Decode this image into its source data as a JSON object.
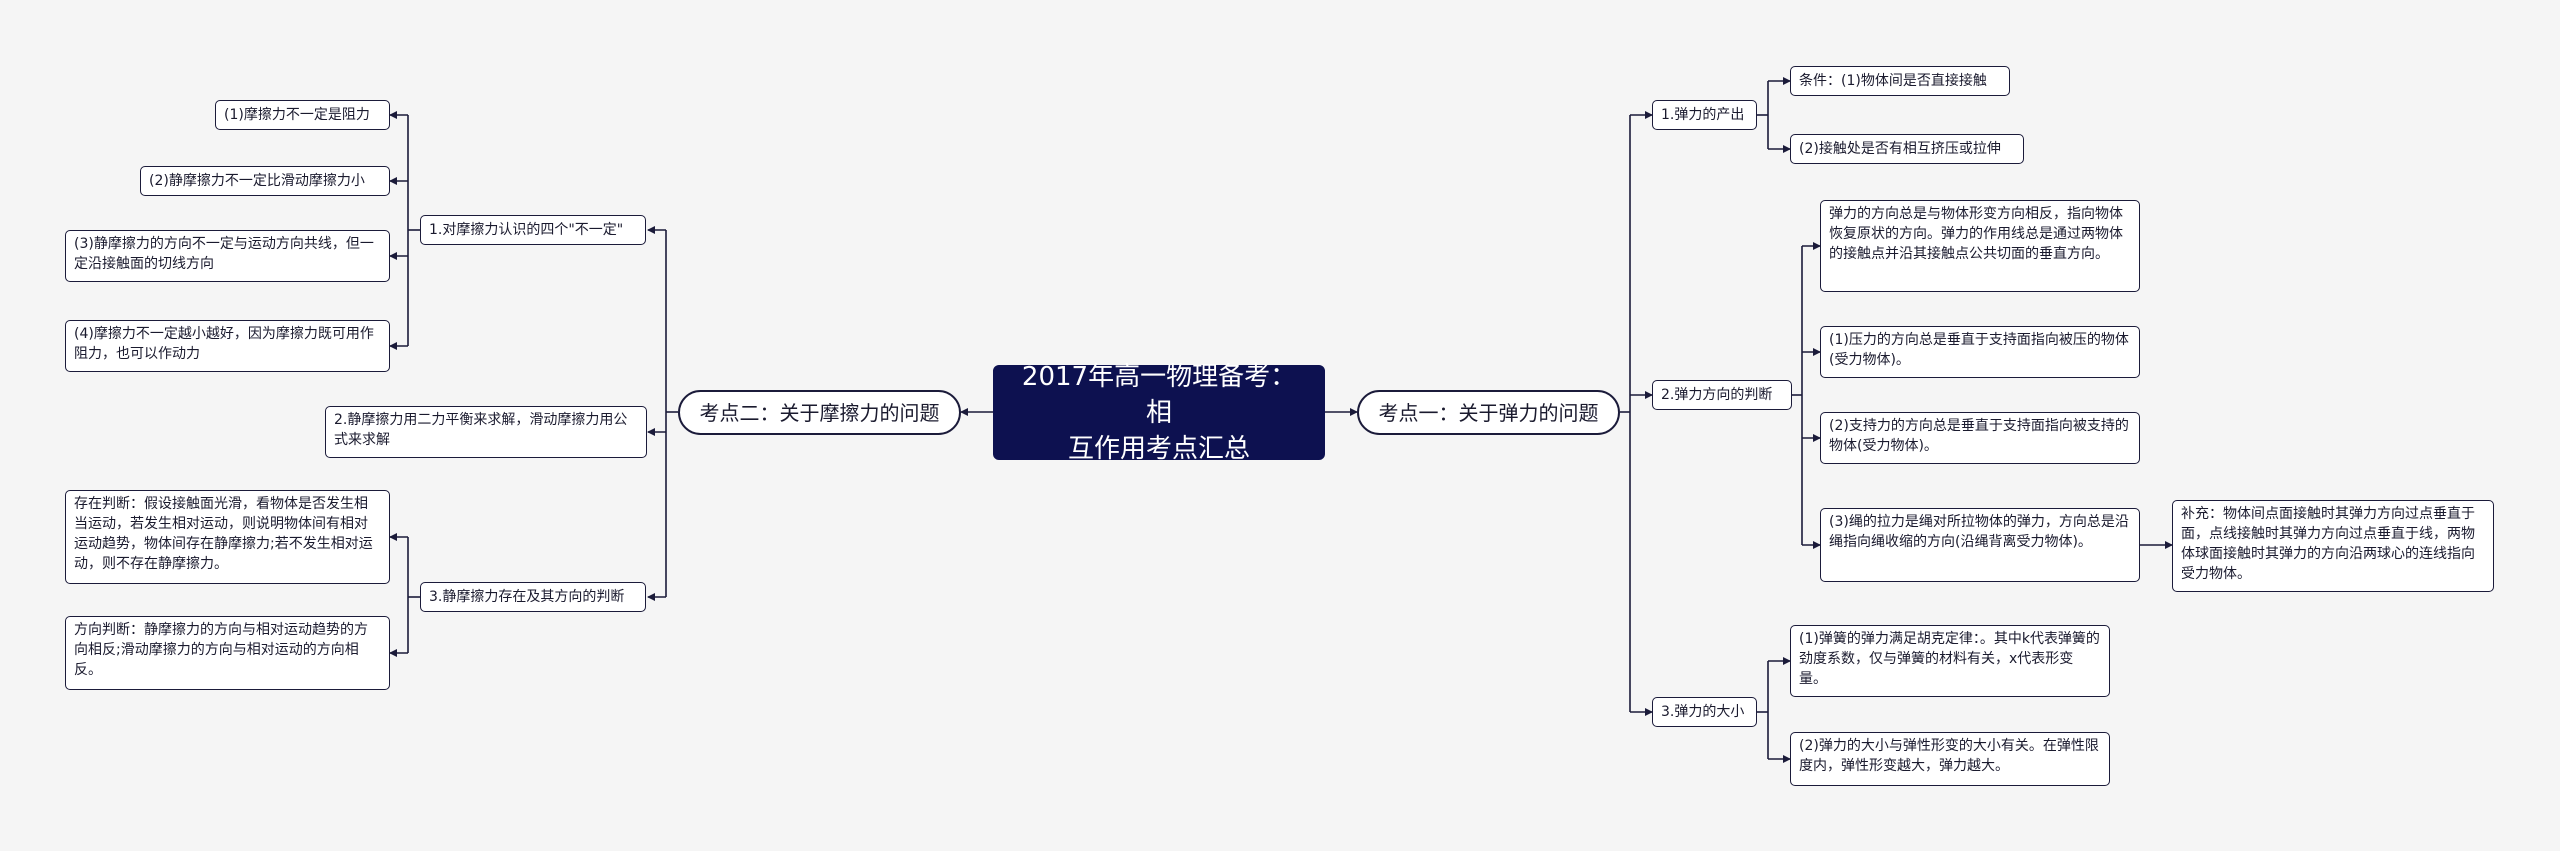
{
  "root": {
    "title": "2017年高一物理备考：相\n互作用考点汇总"
  },
  "right": {
    "topic": "考点一：关于弹力的问题",
    "branches": [
      {
        "label": "1.弹力的产出",
        "items": [
          "条件：(1)物体间是否直接接触",
          "(2)接触处是否有相互挤压或拉伸"
        ]
      },
      {
        "label": "2.弹力方向的判断",
        "items": [
          "弹力的方向总是与物体形变方向相反，指向物体恢复原状的方向。弹力的作用线总是通过两物体的接触点并沿其接触点公共切面的垂直方向。",
          "(1)压力的方向总是垂直于支持面指向被压的物体(受力物体)。",
          "(2)支持力的方向总是垂直于支持面指向被支持的物体(受力物体)。",
          "(3)绳的拉力是绳对所拉物体的弹力，方向总是沿绳指向绳收缩的方向(沿绳背离受力物体)。"
        ],
        "supplement": "补充：物体间点面接触时其弹力方向过点垂直于面，点线接触时其弹力方向过点垂直于线，两物体球面接触时其弹力的方向沿两球心的连线指向受力物体。"
      },
      {
        "label": "3.弹力的大小",
        "items": [
          "(1)弹簧的弹力满足胡克定律：。其中k代表弹簧的劲度系数，仅与弹簧的材料有关，x代表形变量。",
          "(2)弹力的大小与弹性形变的大小有关。在弹性限度内，弹性形变越大，弹力越大。"
        ]
      }
    ]
  },
  "left": {
    "topic": "考点二：关于摩擦力的问题",
    "branches": [
      {
        "label": "1.对摩擦力认识的四个\"不一定\"",
        "items": [
          "(1)摩擦力不一定是阻力",
          "(2)静摩擦力不一定比滑动摩擦力小",
          "(3)静摩擦力的方向不一定与运动方向共线，但一定沿接触面的切线方向",
          "(4)摩擦力不一定越小越好，因为摩擦力既可用作阻力，也可以作动力"
        ]
      },
      {
        "label": "2.静摩擦力用二力平衡来求解，滑动摩擦力用公式来求解",
        "items": []
      },
      {
        "label": "3.静摩擦力存在及其方向的判断",
        "items": [
          "存在判断：假设接触面光滑，看物体是否发生相当运动，若发生相对运动，则说明物体间有相对运动趋势，物体间存在静摩擦力;若不发生相对运动，则不存在静摩擦力。",
          "方向判断：静摩擦力的方向与相对运动趋势的方向相反;滑动摩擦力的方向与相对运动的方向相反。"
        ]
      }
    ]
  }
}
